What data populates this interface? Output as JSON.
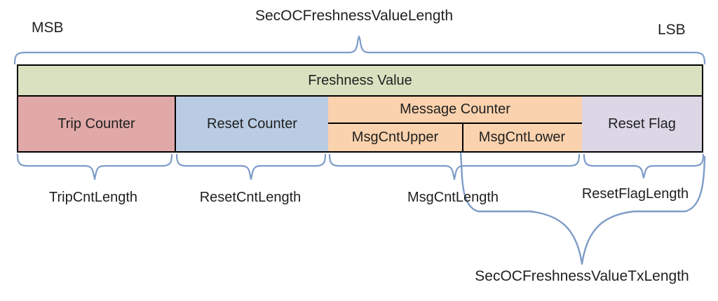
{
  "colors": {
    "brace": "#7e9cc9",
    "border": "#000000",
    "text": "#1f1f1f",
    "freshness_row_bg": "#d8e2c0",
    "trip_counter_bg": "#e0a9a8",
    "reset_counter_bg": "#b9cce4",
    "message_counter_bg": "#fad2ad",
    "reset_flag_bg": "#dcd7e6"
  },
  "top": {
    "msb": "MSB",
    "lsb": "LSB",
    "brace_label": "SecOCFreshnessValueLength"
  },
  "table": {
    "header": "Freshness Value",
    "trip_counter": "Trip Counter",
    "reset_counter": "Reset Counter",
    "message_counter": "Message Counter",
    "msg_cnt_upper": "MsgCntUpper",
    "msg_cnt_lower": "MsgCntLower",
    "reset_flag": "Reset Flag"
  },
  "bottom": {
    "trip_cnt_length": "TripCntLength",
    "reset_cnt_length": "ResetCntLength",
    "msg_cnt_length": "MsgCntLength",
    "reset_flag_length": "ResetFlagLength",
    "tx_length": "SecOCFreshnessValueTxLength"
  }
}
